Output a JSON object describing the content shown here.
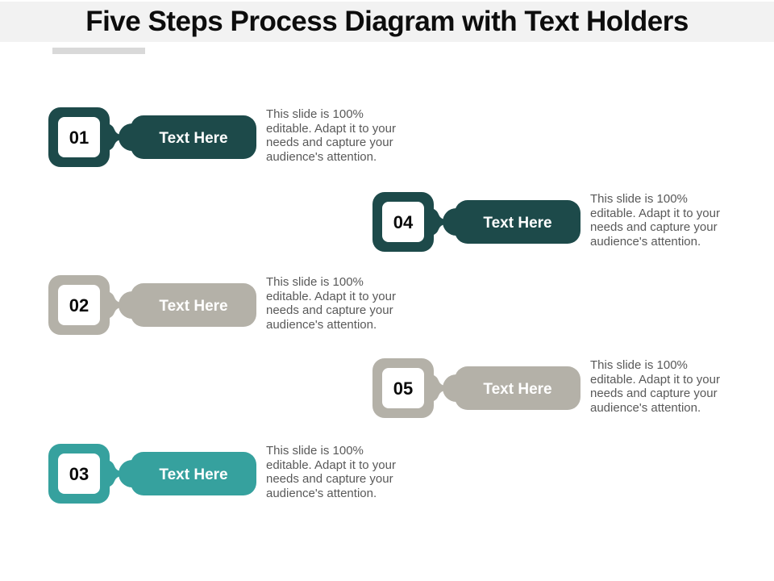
{
  "slide": {
    "title": "Five Steps Process Diagram with Text Holders"
  },
  "colors": {
    "dark_teal": "#1d4a4a",
    "warm_gray": "#b4b1a8",
    "teal": "#36a19e",
    "title_band": "#f2f2f2",
    "accent_bar": "#d9d9d9",
    "description_text": "#595959",
    "number_text": "#0a0a0a",
    "label_text": "#ffffff"
  },
  "steps": [
    {
      "number": "01",
      "label": "Text Here",
      "color": "#1d4a4a",
      "description": "This slide is 100%\neditable. Adapt it to your\nneeds and capture your\naudience's attention."
    },
    {
      "number": "02",
      "label": "Text Here",
      "color": "#b4b1a8",
      "description": "This slide is 100%\neditable. Adapt it to your\nneeds and capture your\naudience's attention."
    },
    {
      "number": "03",
      "label": "Text Here",
      "color": "#36a19e",
      "description": "This slide is 100%\neditable. Adapt it to your\nneeds and capture your\naudience's attention."
    },
    {
      "number": "04",
      "label": "Text Here",
      "color": "#1d4a4a",
      "description": "This slide is 100%\neditable. Adapt it to your\nneeds and capture your\naudience's attention."
    },
    {
      "number": "05",
      "label": "Text Here",
      "color": "#b4b1a8",
      "description": "This slide is 100%\neditable. Adapt it to your\nneeds and capture your\naudience's attention."
    }
  ]
}
